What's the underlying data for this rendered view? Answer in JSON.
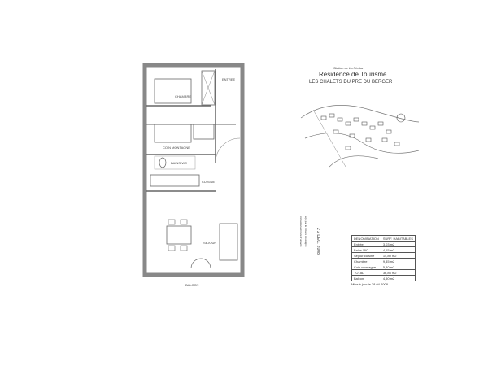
{
  "plan": {
    "rooms": {
      "chambre": "CHAMBRE",
      "entree": "ENTREE",
      "coin_montagne": "COIN MONTAGNE",
      "bains_wc": "BAINS-WC",
      "cuisine": "CUISINE",
      "sejour": "SEJOUR",
      "balcon": "BALCON"
    }
  },
  "header": {
    "station": "Station de La Féclaz",
    "title": "Résidence de Tourisme",
    "subtitle": "LES CHALETS DU PRE DU BERGER"
  },
  "stamp": {
    "date": "2 2 DEC. 2008",
    "note_line1": "Annexé à la minute d'un acte",
    "note_line2": "reçu par le notaire soussigné"
  },
  "surface_table": {
    "headers": [
      "DENOMINATION",
      "SURF. HABITABLES"
    ],
    "rows": [
      {
        "name": "Entrée",
        "value": "3,03 m2"
      },
      {
        "name": "Bains-WC",
        "value": "4,15 m2"
      },
      {
        "name": "Séjour-cuisine",
        "value": "14,80 m2"
      },
      {
        "name": "Chambre",
        "value": "9,45 m2"
      },
      {
        "name": "Coin montagne",
        "value": "5,40 m2"
      }
    ],
    "total": {
      "name": "TOTAL",
      "value": "36,86 m2"
    },
    "balcon": {
      "name": "Balcon",
      "value": "4,50 m2"
    },
    "updated": "Mise à jour le 28.04.2008"
  }
}
